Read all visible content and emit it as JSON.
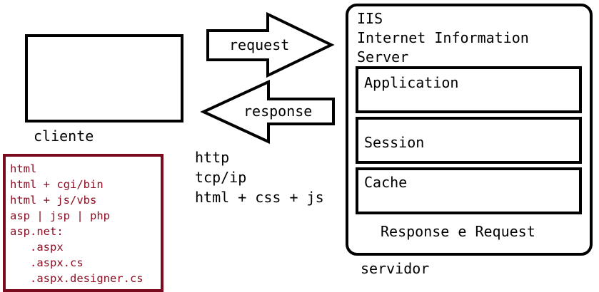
{
  "client": {
    "label": "cliente"
  },
  "arrows": {
    "request": "request",
    "response": "response"
  },
  "protocols": [
    "http",
    "tcp/ip",
    "html + css + js"
  ],
  "server": {
    "title_lines": [
      "IIS",
      "Internet Information",
      "Server"
    ],
    "boxes": [
      "Application",
      "Session",
      "Cache"
    ],
    "footer": "Response e Request",
    "label": "servidor"
  },
  "technologies": [
    "html",
    "html + cgi/bin",
    "html + js/vbs",
    "asp | jsp | php",
    "asp.net:",
    "   .aspx",
    "   .aspx.cs",
    "   .aspx.designer.cs"
  ],
  "colors": {
    "outline": "#000000",
    "tech_text": "#8b0e22",
    "tech_border": "#7a0a1e"
  }
}
